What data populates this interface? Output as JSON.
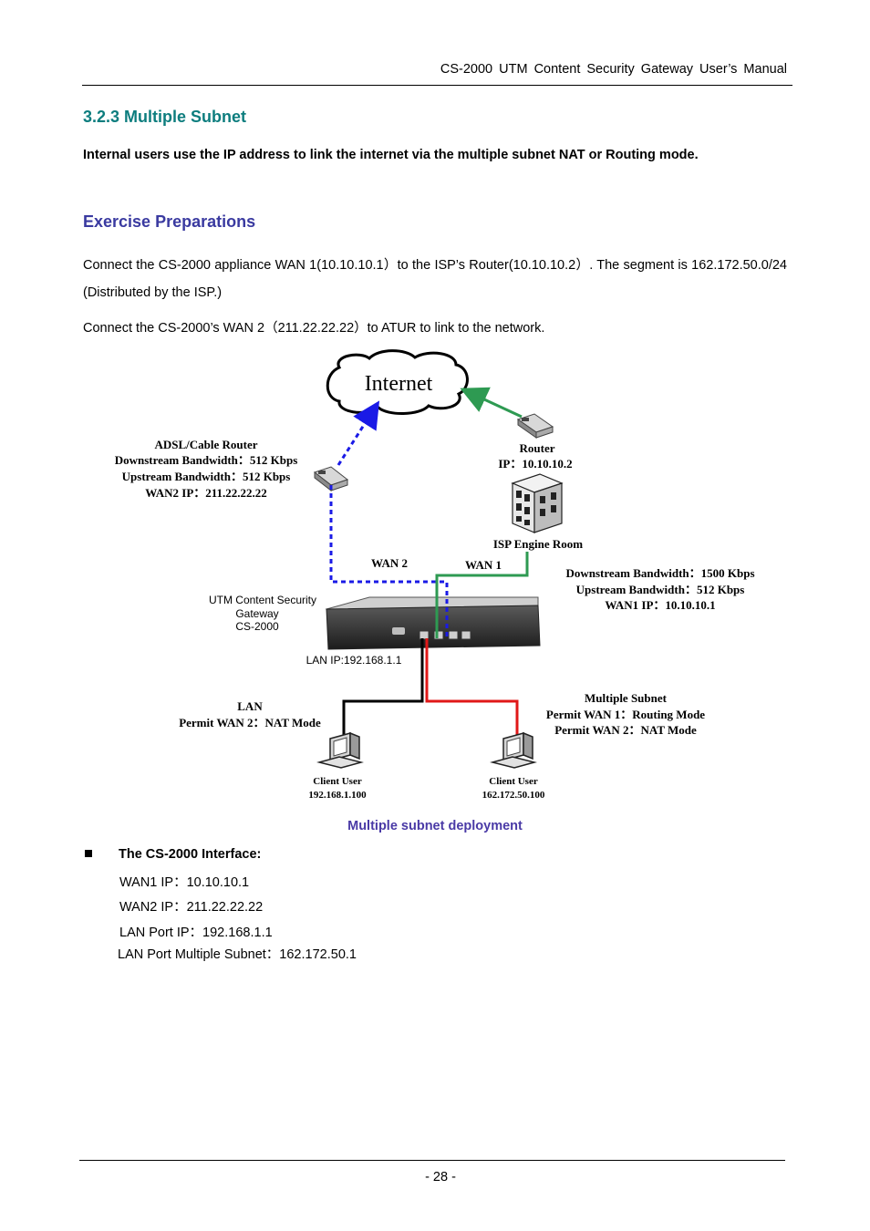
{
  "header": {
    "title": "CS-2000  UTM  Content  Security  Gateway  User’s  Manual"
  },
  "section": {
    "heading": "3.2.3 Multiple Subnet"
  },
  "intro": "Internal users use the IP address to link the internet via the multiple subnet NAT or Routing mode.",
  "exercise": {
    "heading": "Exercise Preparations",
    "para1": "Connect the CS-2000 appliance WAN 1(10.10.10.1）to the ISP’s Router(10.10.10.2）. The segment is 162.172.50.0/24 (Distributed by the ISP.)",
    "para2": "Connect the CS-2000’s WAN 2（211.22.22.22）to ATUR to link to the network."
  },
  "diagram": {
    "internet": "Internet",
    "adsl": {
      "line1": "ADSL/Cable Router",
      "line2": "Downstream Bandwidth：512 Kbps",
      "line3": "Upstream Bandwidth：512 Kbps",
      "line4": "WAN2 IP：211.22.22.22"
    },
    "router": {
      "line1": "Router",
      "line2": "IP：10.10.10.2"
    },
    "isp_room": "ISP Engine Room",
    "wan2": "WAN 2",
    "wan1": "WAN 1",
    "isp_bw": {
      "line1": "Downstream Bandwidth：1500 Kbps",
      "line2": "Upstream Bandwidth：512 Kbps",
      "line3": "WAN1 IP：10.10.10.1"
    },
    "gateway": {
      "line1": "UTM Content Security",
      "line2": "Gateway",
      "line3": "CS-2000"
    },
    "lan_ip": "LAN IP:192.168.1.1",
    "lan": {
      "line1": "LAN",
      "line2": "Permit WAN 2：NAT Mode"
    },
    "multi": {
      "line1": "Multiple Subnet",
      "line2": "Permit WAN 1：Routing Mode",
      "line3": "Permit WAN 2：NAT Mode"
    },
    "client1": {
      "line1": "Client User",
      "line2": "192.168.1.100"
    },
    "client2": {
      "line1": "Client User",
      "line2": "162.172.50.100"
    },
    "colors": {
      "wan1_line": "#2e9a52",
      "wan2_line": "#1a1ae6",
      "lan_line": "#000000",
      "subnet_line": "#e01818"
    }
  },
  "caption": "Multiple subnet deployment",
  "interface": {
    "title": "The CS-2000 Interface:",
    "wan1": "WAN1 IP：10.10.10.1",
    "wan2": "WAN2 IP：211.22.22.22",
    "lan": "LAN Port IP：192.168.1.1",
    "subnet": "LAN Port Multiple Subnet：162.172.50.1"
  },
  "footer": {
    "page": "- 28 -"
  }
}
